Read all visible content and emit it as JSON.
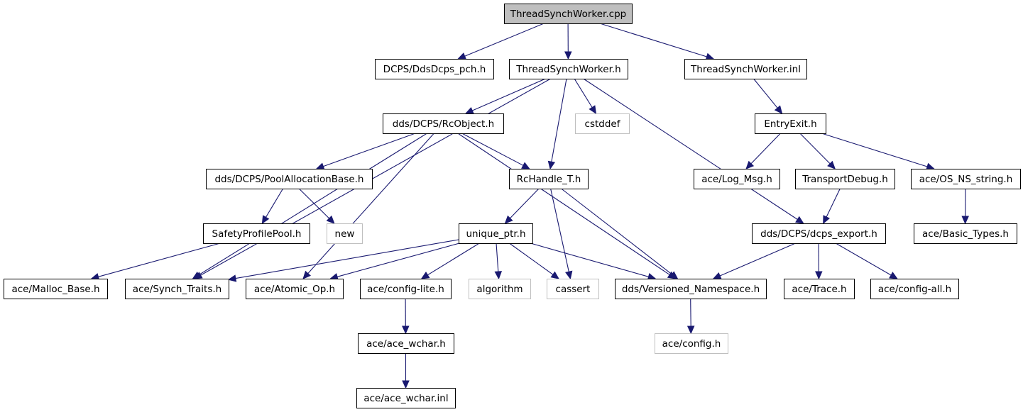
{
  "graph": {
    "edge_color": "#191970",
    "root_fill": "#bfbfbf",
    "missing_stroke": "#bfbfbf",
    "nodes": [
      {
        "id": "n0",
        "label": "ThreadSynchWorker.cpp",
        "kind": "root"
      },
      {
        "id": "n1",
        "label": "DCPS/DdsDcps_pch.h",
        "kind": "normal"
      },
      {
        "id": "n2",
        "label": "ThreadSynchWorker.h",
        "kind": "normal"
      },
      {
        "id": "n3",
        "label": "ThreadSynchWorker.inl",
        "kind": "normal"
      },
      {
        "id": "n4",
        "label": "dds/DCPS/RcObject.h",
        "kind": "normal"
      },
      {
        "id": "n5",
        "label": "cstddef",
        "kind": "missing"
      },
      {
        "id": "n6",
        "label": "EntryExit.h",
        "kind": "normal"
      },
      {
        "id": "n7",
        "label": "dds/DCPS/PoolAllocationBase.h",
        "kind": "normal"
      },
      {
        "id": "n8",
        "label": "RcHandle_T.h",
        "kind": "normal"
      },
      {
        "id": "n9",
        "label": "ace/Log_Msg.h",
        "kind": "normal"
      },
      {
        "id": "n10",
        "label": "TransportDebug.h",
        "kind": "normal"
      },
      {
        "id": "n11",
        "label": "ace/OS_NS_string.h",
        "kind": "normal"
      },
      {
        "id": "n12",
        "label": "SafetyProfilePool.h",
        "kind": "normal"
      },
      {
        "id": "n13",
        "label": "new",
        "kind": "missing"
      },
      {
        "id": "n14",
        "label": "unique_ptr.h",
        "kind": "normal"
      },
      {
        "id": "n15",
        "label": "dds/DCPS/dcps_export.h",
        "kind": "normal"
      },
      {
        "id": "n16",
        "label": "ace/Basic_Types.h",
        "kind": "normal"
      },
      {
        "id": "n17",
        "label": "ace/Malloc_Base.h",
        "kind": "normal"
      },
      {
        "id": "n18",
        "label": "ace/Synch_Traits.h",
        "kind": "normal"
      },
      {
        "id": "n19",
        "label": "ace/Atomic_Op.h",
        "kind": "normal"
      },
      {
        "id": "n20",
        "label": "ace/config-lite.h",
        "kind": "normal"
      },
      {
        "id": "n21",
        "label": "algorithm",
        "kind": "missing"
      },
      {
        "id": "n22",
        "label": "cassert",
        "kind": "missing"
      },
      {
        "id": "n23",
        "label": "dds/Versioned_Namespace.h",
        "kind": "normal"
      },
      {
        "id": "n24",
        "label": "ace/Trace.h",
        "kind": "normal"
      },
      {
        "id": "n25",
        "label": "ace/config-all.h",
        "kind": "normal"
      },
      {
        "id": "n26",
        "label": "ace/ace_wchar.h",
        "kind": "normal"
      },
      {
        "id": "n27",
        "label": "ace/config.h",
        "kind": "missing"
      },
      {
        "id": "n28",
        "label": "ace/ace_wchar.inl",
        "kind": "normal"
      }
    ],
    "edges": [
      [
        "n0",
        "n1"
      ],
      [
        "n0",
        "n2"
      ],
      [
        "n0",
        "n3"
      ],
      [
        "n2",
        "n4"
      ],
      [
        "n2",
        "n5"
      ],
      [
        "n2",
        "n18"
      ],
      [
        "n2",
        "n8"
      ],
      [
        "n2",
        "n15"
      ],
      [
        "n3",
        "n6"
      ],
      [
        "n4",
        "n7"
      ],
      [
        "n4",
        "n8"
      ],
      [
        "n4",
        "n18"
      ],
      [
        "n4",
        "n19"
      ],
      [
        "n4",
        "n23"
      ],
      [
        "n6",
        "n9"
      ],
      [
        "n6",
        "n10"
      ],
      [
        "n6",
        "n11"
      ],
      [
        "n7",
        "n12"
      ],
      [
        "n7",
        "n13"
      ],
      [
        "n8",
        "n14"
      ],
      [
        "n8",
        "n22"
      ],
      [
        "n8",
        "n23"
      ],
      [
        "n10",
        "n15"
      ],
      [
        "n11",
        "n16"
      ],
      [
        "n12",
        "n17"
      ],
      [
        "n14",
        "n18"
      ],
      [
        "n14",
        "n19"
      ],
      [
        "n14",
        "n20"
      ],
      [
        "n14",
        "n21"
      ],
      [
        "n14",
        "n22"
      ],
      [
        "n14",
        "n23"
      ],
      [
        "n15",
        "n23"
      ],
      [
        "n15",
        "n24"
      ],
      [
        "n15",
        "n25"
      ],
      [
        "n20",
        "n26"
      ],
      [
        "n23",
        "n27"
      ],
      [
        "n26",
        "n28"
      ]
    ]
  }
}
